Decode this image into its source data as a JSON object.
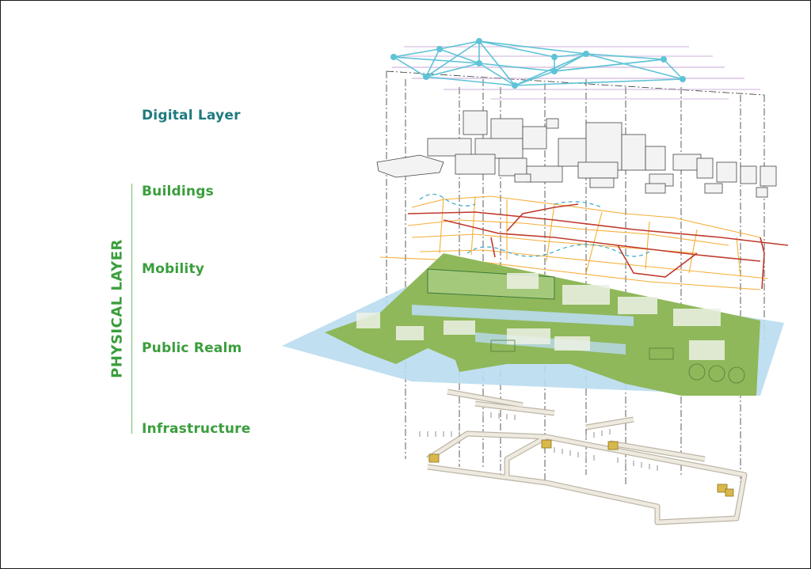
{
  "labels": {
    "digital_layer": "Digital Layer",
    "physical_layer": "PHYSICAL LAYER",
    "buildings": "Buildings",
    "mobility": "Mobility",
    "public_realm": "Public Realm",
    "infrastructure": "Infrastructure"
  },
  "colors": {
    "digital_text": "#1f7a80",
    "physical_text": "#3a9e3c",
    "network_line": "#5ec3d6",
    "network_node": "#5ec3d6",
    "water": "#b9dbef",
    "park": "#8fb85a",
    "road_major": "#c0392b",
    "road_minor": "#f5a623",
    "transit_dashed": "#3aa7c9",
    "infrastructure": "#e8e3d6",
    "utility_box": "#d9b84a"
  }
}
